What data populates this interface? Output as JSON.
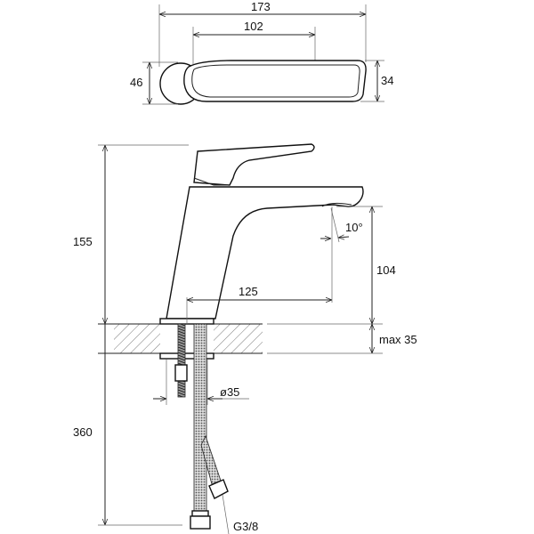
{
  "drawing": {
    "top_view": {
      "dim_overall_length": "173",
      "dim_lever_length": "102",
      "dim_base_width": "46",
      "dim_lever_width": "34"
    },
    "side_view": {
      "dim_height": "155",
      "dim_spout_angle": "10°",
      "dim_spout_height": "104",
      "dim_spout_reach": "125",
      "dim_deck_thickness": "max 35",
      "dim_hole_diameter": "ø35",
      "dim_hose_length": "360",
      "hose_thread": "G3/8"
    },
    "colors": {
      "line": "#222222",
      "hatch": "#555555",
      "background": "#ffffff"
    }
  }
}
